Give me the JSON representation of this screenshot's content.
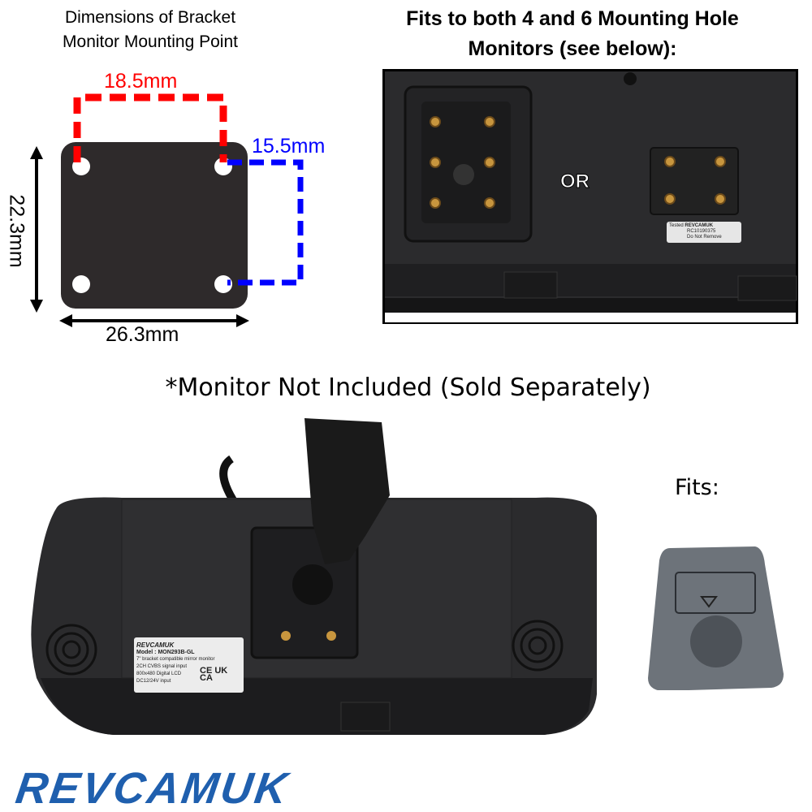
{
  "bracket_section": {
    "title_line1": "Dimensions of Bracket",
    "title_line2": "Monitor Mounting Point",
    "dim_top": "18.5mm",
    "dim_right": "15.5mm",
    "dim_height": "22.3mm",
    "dim_width": "26.3mm",
    "colors": {
      "top_dim": "#ff0000",
      "right_dim": "#0000ff"
    }
  },
  "holes_section": {
    "title_line1": "Fits to both 4 and 6 Mounting Hole",
    "title_line2": "Monitors (see below):",
    "or_label": "OR",
    "sticker": {
      "line1": "Tested",
      "brand": "REVCAMUK",
      "serial": "RC10190375",
      "note": "Do Not Remove"
    }
  },
  "notice": "*Monitor Not Included (Sold Separately)",
  "monitor_label": {
    "brand": "REVCAMUK",
    "model": "Model : MON293B-GL",
    "lines": [
      "7\" bracket compatible mirror monitor",
      "2CH CVBS signal input",
      "800x480 Digital LCD",
      "DC12/24V input"
    ],
    "marks": "CE UK CA"
  },
  "fits_label": "Fits:",
  "logo": {
    "text": "REVCAMUK",
    "color": "#1f5fae"
  }
}
